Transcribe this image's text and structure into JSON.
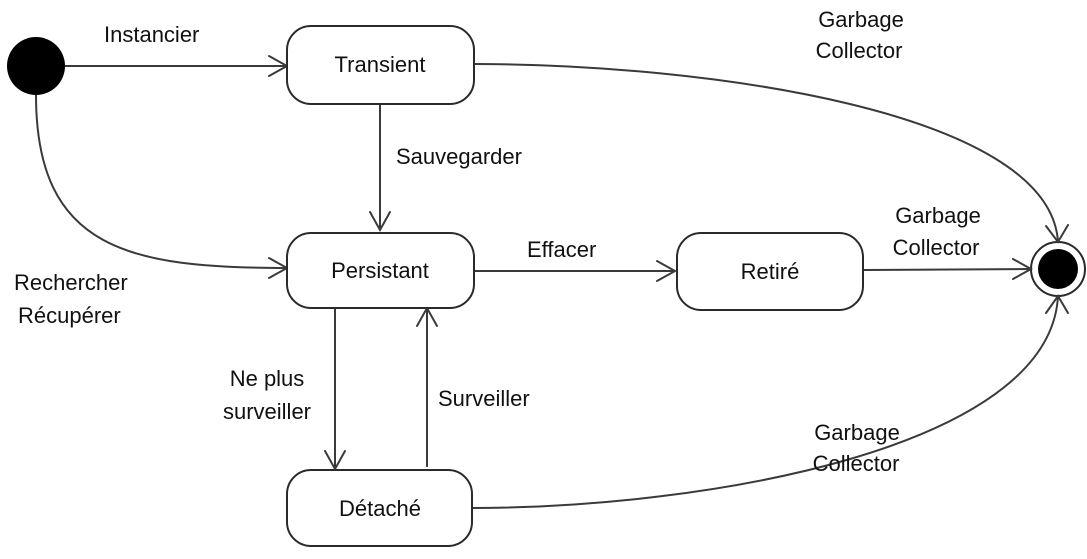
{
  "diagram": {
    "states": {
      "transient": "Transient",
      "persistant": "Persistant",
      "retire": "Retiré",
      "detache": "Détaché"
    },
    "transitions": {
      "instancier": "Instancier",
      "sauvegarder": "Sauvegarder",
      "rechercher_line1": "Rechercher",
      "rechercher_line2": "Récupérer",
      "effacer": "Effacer",
      "ne_plus_line1": "Ne plus",
      "ne_plus_line2": "surveiller",
      "surveiller": "Surveiller",
      "gc_top_line1": "Garbage",
      "gc_top_line2": "Collector",
      "gc_mid_line1": "Garbage",
      "gc_mid_line2": "Collector",
      "gc_bottom_line1": "Garbage",
      "gc_bottom_line2": "Collector"
    },
    "colors": {
      "node_fill": "#000000",
      "stroke": "#2a2a2a",
      "background": "#ffffff"
    }
  }
}
